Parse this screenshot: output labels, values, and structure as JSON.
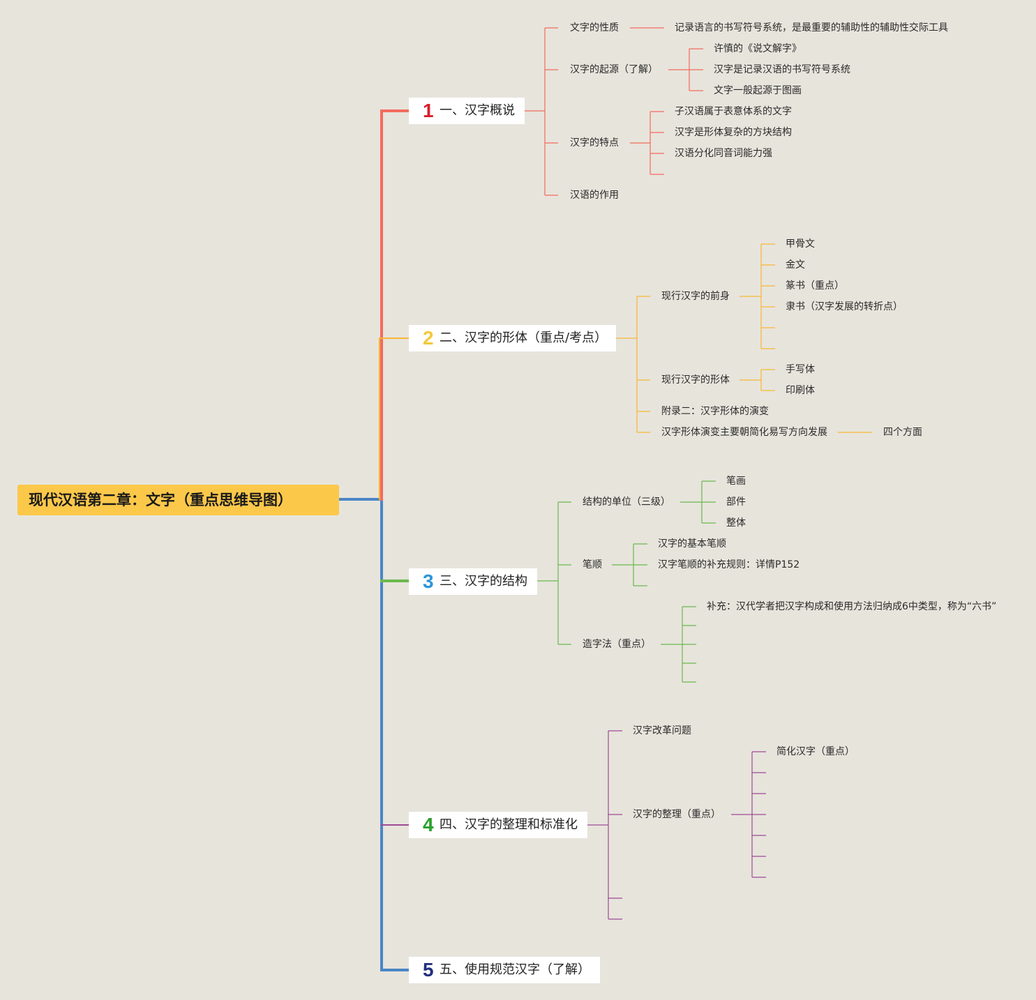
{
  "root": {
    "title": "现代汉语第二章：文字（重点思维导图）"
  },
  "colors": {
    "root_bg": "#fcc84a",
    "b1": "#f26b5b",
    "b2": "#f7b733",
    "b3": "#6ab94d",
    "b4": "#9b4a95",
    "b5": "#4a86c5",
    "num1": "#d81e2c",
    "num2": "#f3c93a",
    "num3": "#2d95d8",
    "num4": "#2aa02a",
    "num5": "#23307e"
  },
  "branches": [
    {
      "num": "1",
      "label": "一、汉字概说"
    },
    {
      "num": "2",
      "label": "二、汉字的形体（重点/考点）"
    },
    {
      "num": "3",
      "label": "三、汉字的结构"
    },
    {
      "num": "4",
      "label": "四、汉字的整理和标准化"
    },
    {
      "num": "5",
      "label": "五、使用规范汉字（了解）"
    }
  ],
  "b1": {
    "nature": "文字的性质",
    "nature_desc": "记录语言的书写符号系统，是最重要的辅助性的辅助性交际工具",
    "origin": "汉字的起源（了解）",
    "origin_items": [
      "许慎的《说文解字》",
      "汉字是记录汉语的书写符号系统",
      "文字一般起源于图画"
    ],
    "feature": "汉字的特点",
    "feature_items": [
      "子汉语属于表意体系的文字",
      "汉字是形体复杂的方块结构",
      "汉语分化同音词能力强"
    ],
    "function": "汉语的作用"
  },
  "b2": {
    "predecessor": "现行汉字的前身",
    "predecessor_items": [
      "甲骨文",
      "金文",
      "篆书（重点）",
      "隶书（汉字发展的转折点）"
    ],
    "current": "现行汉字的形体",
    "current_items": [
      "手写体",
      "印刷体"
    ],
    "appendix": "附录二：汉字形体的演变",
    "trend": "汉字形体演变主要朝简化易写方向发展",
    "trend_item": "四个方面"
  },
  "b3": {
    "unit": "结构的单位（三级）",
    "unit_items": [
      "笔画",
      "部件",
      "整体"
    ],
    "order": "笔顺",
    "order_items": [
      "汉字的基本笔顺",
      "汉字笔顺的补充规则：详情P152"
    ],
    "method": "造字法（重点）",
    "method_note": "补充：汉代学者把汉字构成和使用方法归纳成6中类型，称为“六书”"
  },
  "b4": {
    "reform": "汉字改革问题",
    "tidy": "汉字的整理（重点）",
    "tidy_item": "简化汉字（重点）"
  }
}
